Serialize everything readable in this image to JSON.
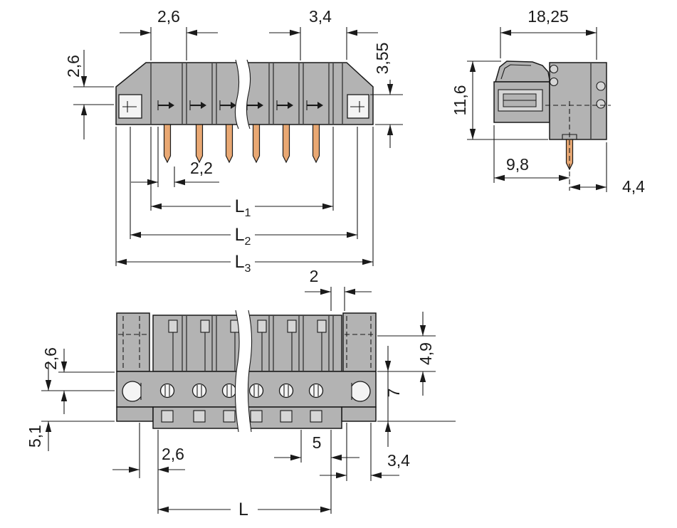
{
  "drawing": {
    "type": "technical-dimension-drawing",
    "views": {
      "side_view": {
        "dims": {
          "pitch_top": "2,6",
          "end_offset_top": "3,4",
          "height_left": "2,6",
          "height_right": "3,55",
          "pin_offset": "2,2",
          "l1": {
            "main": "L",
            "sub": "1"
          },
          "l2": {
            "main": "L",
            "sub": "2"
          },
          "l3": {
            "main": "L",
            "sub": "3"
          }
        }
      },
      "end_view": {
        "dims": {
          "total_width": "18,25",
          "total_height": "11,6",
          "pin_from_front": "9,8",
          "pin_from_rear": "4,4"
        }
      },
      "top_view": {
        "dims": {
          "wall_gap": "2",
          "upper_left": "2,6",
          "lower_left": "5,1",
          "upper_right": "4,9",
          "band_height": "7",
          "bottom_left": "2,6",
          "pole_pitch": "5",
          "bottom_right": "3,4",
          "length": "L"
        }
      }
    },
    "colors": {
      "body_gray": "#b3b3b3",
      "detail_gray": "#d6d6d6",
      "pin_copper": "#e9a873",
      "line": "#1a1a1a",
      "background": "#ffffff"
    }
  }
}
